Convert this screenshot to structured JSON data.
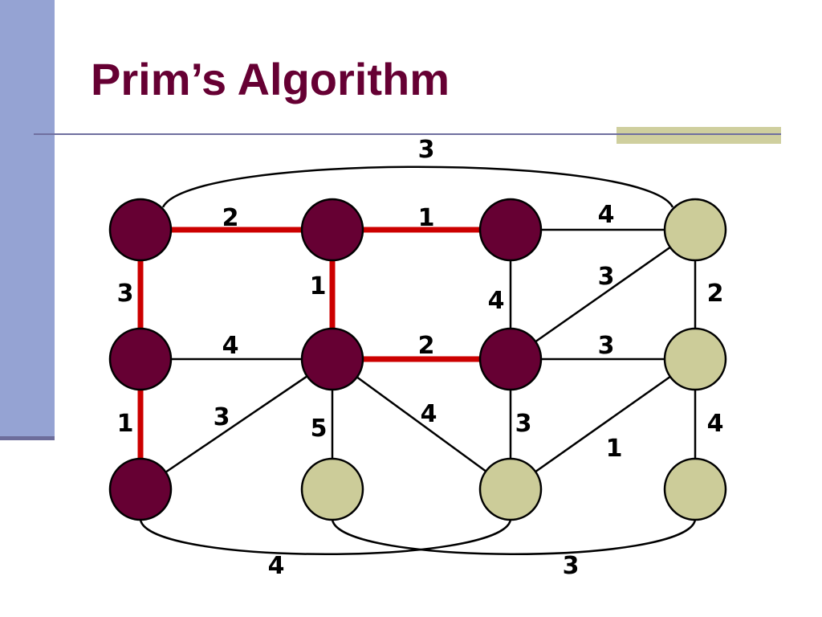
{
  "slide": {
    "title": "Prim’s Algorithm"
  },
  "colors": {
    "sidebar": "#95a3d3",
    "title": "#660033",
    "visited_node": "#660033",
    "unvisited_node": "#cccc99",
    "tree_edge": "#cc0000",
    "edge": "#000000"
  },
  "graph": {
    "nodes": [
      {
        "id": "r0c0",
        "row": 0,
        "col": 0,
        "visited": true
      },
      {
        "id": "r0c1",
        "row": 0,
        "col": 1,
        "visited": true
      },
      {
        "id": "r0c2",
        "row": 0,
        "col": 2,
        "visited": true
      },
      {
        "id": "r0c3",
        "row": 0,
        "col": 3,
        "visited": false
      },
      {
        "id": "r1c0",
        "row": 1,
        "col": 0,
        "visited": true
      },
      {
        "id": "r1c1",
        "row": 1,
        "col": 1,
        "visited": true
      },
      {
        "id": "r1c2",
        "row": 1,
        "col": 2,
        "visited": true
      },
      {
        "id": "r1c3",
        "row": 1,
        "col": 3,
        "visited": false
      },
      {
        "id": "r2c0",
        "row": 2,
        "col": 0,
        "visited": true
      },
      {
        "id": "r2c1",
        "row": 2,
        "col": 1,
        "visited": false
      },
      {
        "id": "r2c2",
        "row": 2,
        "col": 2,
        "visited": false
      },
      {
        "id": "r2c3",
        "row": 2,
        "col": 3,
        "visited": false
      }
    ],
    "edges": [
      {
        "from": "r0c0",
        "to": "r0c1",
        "weight": "2",
        "tree": true
      },
      {
        "from": "r0c1",
        "to": "r0c2",
        "weight": "1",
        "tree": true
      },
      {
        "from": "r0c2",
        "to": "r0c3",
        "weight": "4",
        "tree": false
      },
      {
        "from": "r0c0",
        "to": "r1c0",
        "weight": "3",
        "tree": true
      },
      {
        "from": "r0c1",
        "to": "r1c1",
        "weight": "1",
        "tree": true
      },
      {
        "from": "r0c2",
        "to": "r1c2",
        "weight": "4",
        "tree": false
      },
      {
        "from": "r0c3",
        "to": "r1c2",
        "weight": "3",
        "tree": false
      },
      {
        "from": "r0c3",
        "to": "r1c3",
        "weight": "2",
        "tree": false
      },
      {
        "from": "r1c0",
        "to": "r1c1",
        "weight": "4",
        "tree": false
      },
      {
        "from": "r1c1",
        "to": "r1c2",
        "weight": "2",
        "tree": true
      },
      {
        "from": "r1c2",
        "to": "r1c3",
        "weight": "3",
        "tree": false
      },
      {
        "from": "r1c0",
        "to": "r2c0",
        "weight": "1",
        "tree": true
      },
      {
        "from": "r1c1",
        "to": "r2c0",
        "weight": "3",
        "tree": false
      },
      {
        "from": "r1c1",
        "to": "r2c1",
        "weight": "5",
        "tree": false
      },
      {
        "from": "r1c1",
        "to": "r2c2",
        "weight": "4",
        "tree": false
      },
      {
        "from": "r1c2",
        "to": "r2c2",
        "weight": "3",
        "tree": false
      },
      {
        "from": "r1c3",
        "to": "r2c2",
        "weight": "1",
        "tree": false
      },
      {
        "from": "r1c3",
        "to": "r2c3",
        "weight": "4",
        "tree": false
      },
      {
        "from": "r0c0",
        "to": "r0c3",
        "weight": "3",
        "tree": false,
        "curved": "top"
      },
      {
        "from": "r2c0",
        "to": "r2c2",
        "weight": "4",
        "tree": false,
        "curved": "bottom"
      },
      {
        "from": "r2c1",
        "to": "r2c3",
        "weight": "3",
        "tree": false,
        "curved": "bottom"
      }
    ]
  }
}
